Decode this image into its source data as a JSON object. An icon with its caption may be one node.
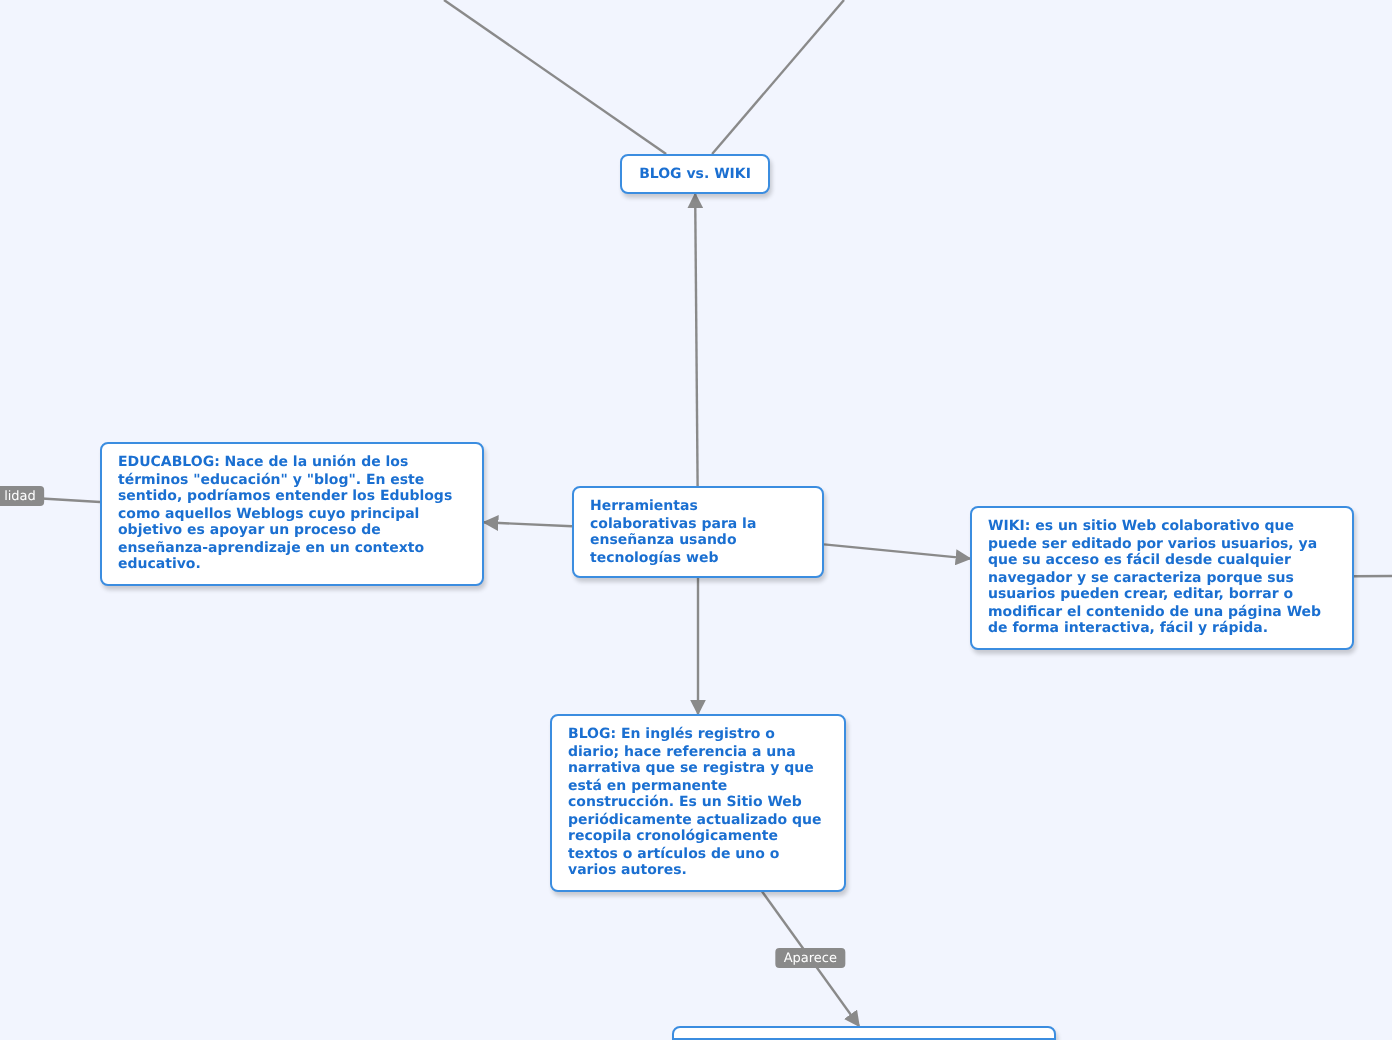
{
  "diagram": {
    "nodes": [
      {
        "text": [
          "BLOG vs. WIKI"
        ]
      },
      {
        "text": [
          "Herramientas colaborativas para la enseñanza usando tecnologías web"
        ]
      },
      {
        "text": [
          "EDUCABLOG: Nace de la unión de los términos \"educación\" y \"blog\". En este sentido, podríamos entender los Edublogs como aquellos Weblogs cuyo principal objetivo es apoyar un proceso de enseñanza-aprendizaje en un contexto educativo."
        ]
      },
      {
        "text": [
          "WIKI: es un sitio Web colaborativo que puede ser editado por varios usuarios, ya que su acceso es fácil desde cualquier navegador y se caracteriza porque sus usuarios pueden crear, editar, borrar o modificar el contenido de una página Web de forma interactiva, fácil y rápida."
        ]
      },
      {
        "text": [
          "BLOG: En inglés registro o diario; hace referencia a una narrativa que se registra y que está en permanente construcción. Es un Sitio Web periódicamente actualizado que recopila cronológicamente textos o artículos de uno o varios autores."
        ]
      },
      {
        "text": [],
        "shape": "box"
      }
    ],
    "edges": [
      {
        "from": null,
        "to": 0,
        "arrow": "none"
      },
      {
        "from": null,
        "to": 0,
        "arrow": "none"
      },
      {
        "from": 1,
        "to": 0,
        "arrow": "to"
      },
      {
        "from": null,
        "to": 2,
        "arrow": "none",
        "label": "lidad"
      },
      {
        "from": 1,
        "to": 2,
        "arrow": "to"
      },
      {
        "from": 1,
        "to": 3,
        "arrow": "to"
      },
      {
        "from": 3,
        "to": null,
        "arrow": "none"
      },
      {
        "from": 1,
        "to": 4,
        "arrow": "to"
      },
      {
        "from": 4,
        "to": 5,
        "arrow": "to",
        "label": "Aparece"
      }
    ]
  }
}
